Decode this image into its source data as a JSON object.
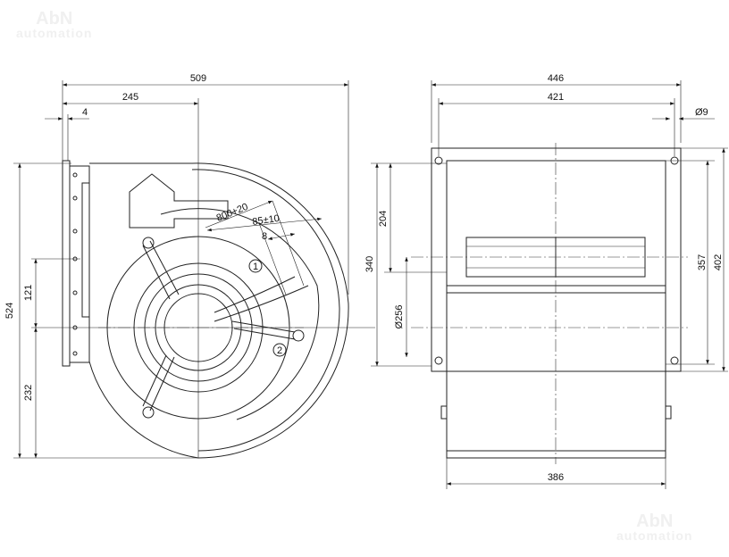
{
  "watermark": {
    "brand": "AbN",
    "sub": "automation"
  },
  "front_view": {
    "dims": {
      "overall_width": "509",
      "center_offset": "245",
      "flange": "4",
      "height": "524",
      "upper": "121",
      "lower": "232"
    },
    "cable": {
      "length": "800+20",
      "strip": "85±10",
      "end": "8"
    },
    "markers": [
      "1",
      "2"
    ]
  },
  "side_view": {
    "dims": {
      "overall_width": "446",
      "hole_spacing": "421",
      "hole": "Ø9",
      "housing_width": "386",
      "height_outer": "402",
      "height_inner": "357",
      "outlet": "340",
      "outlet_upper": "204",
      "inlet": "Ø256"
    }
  }
}
